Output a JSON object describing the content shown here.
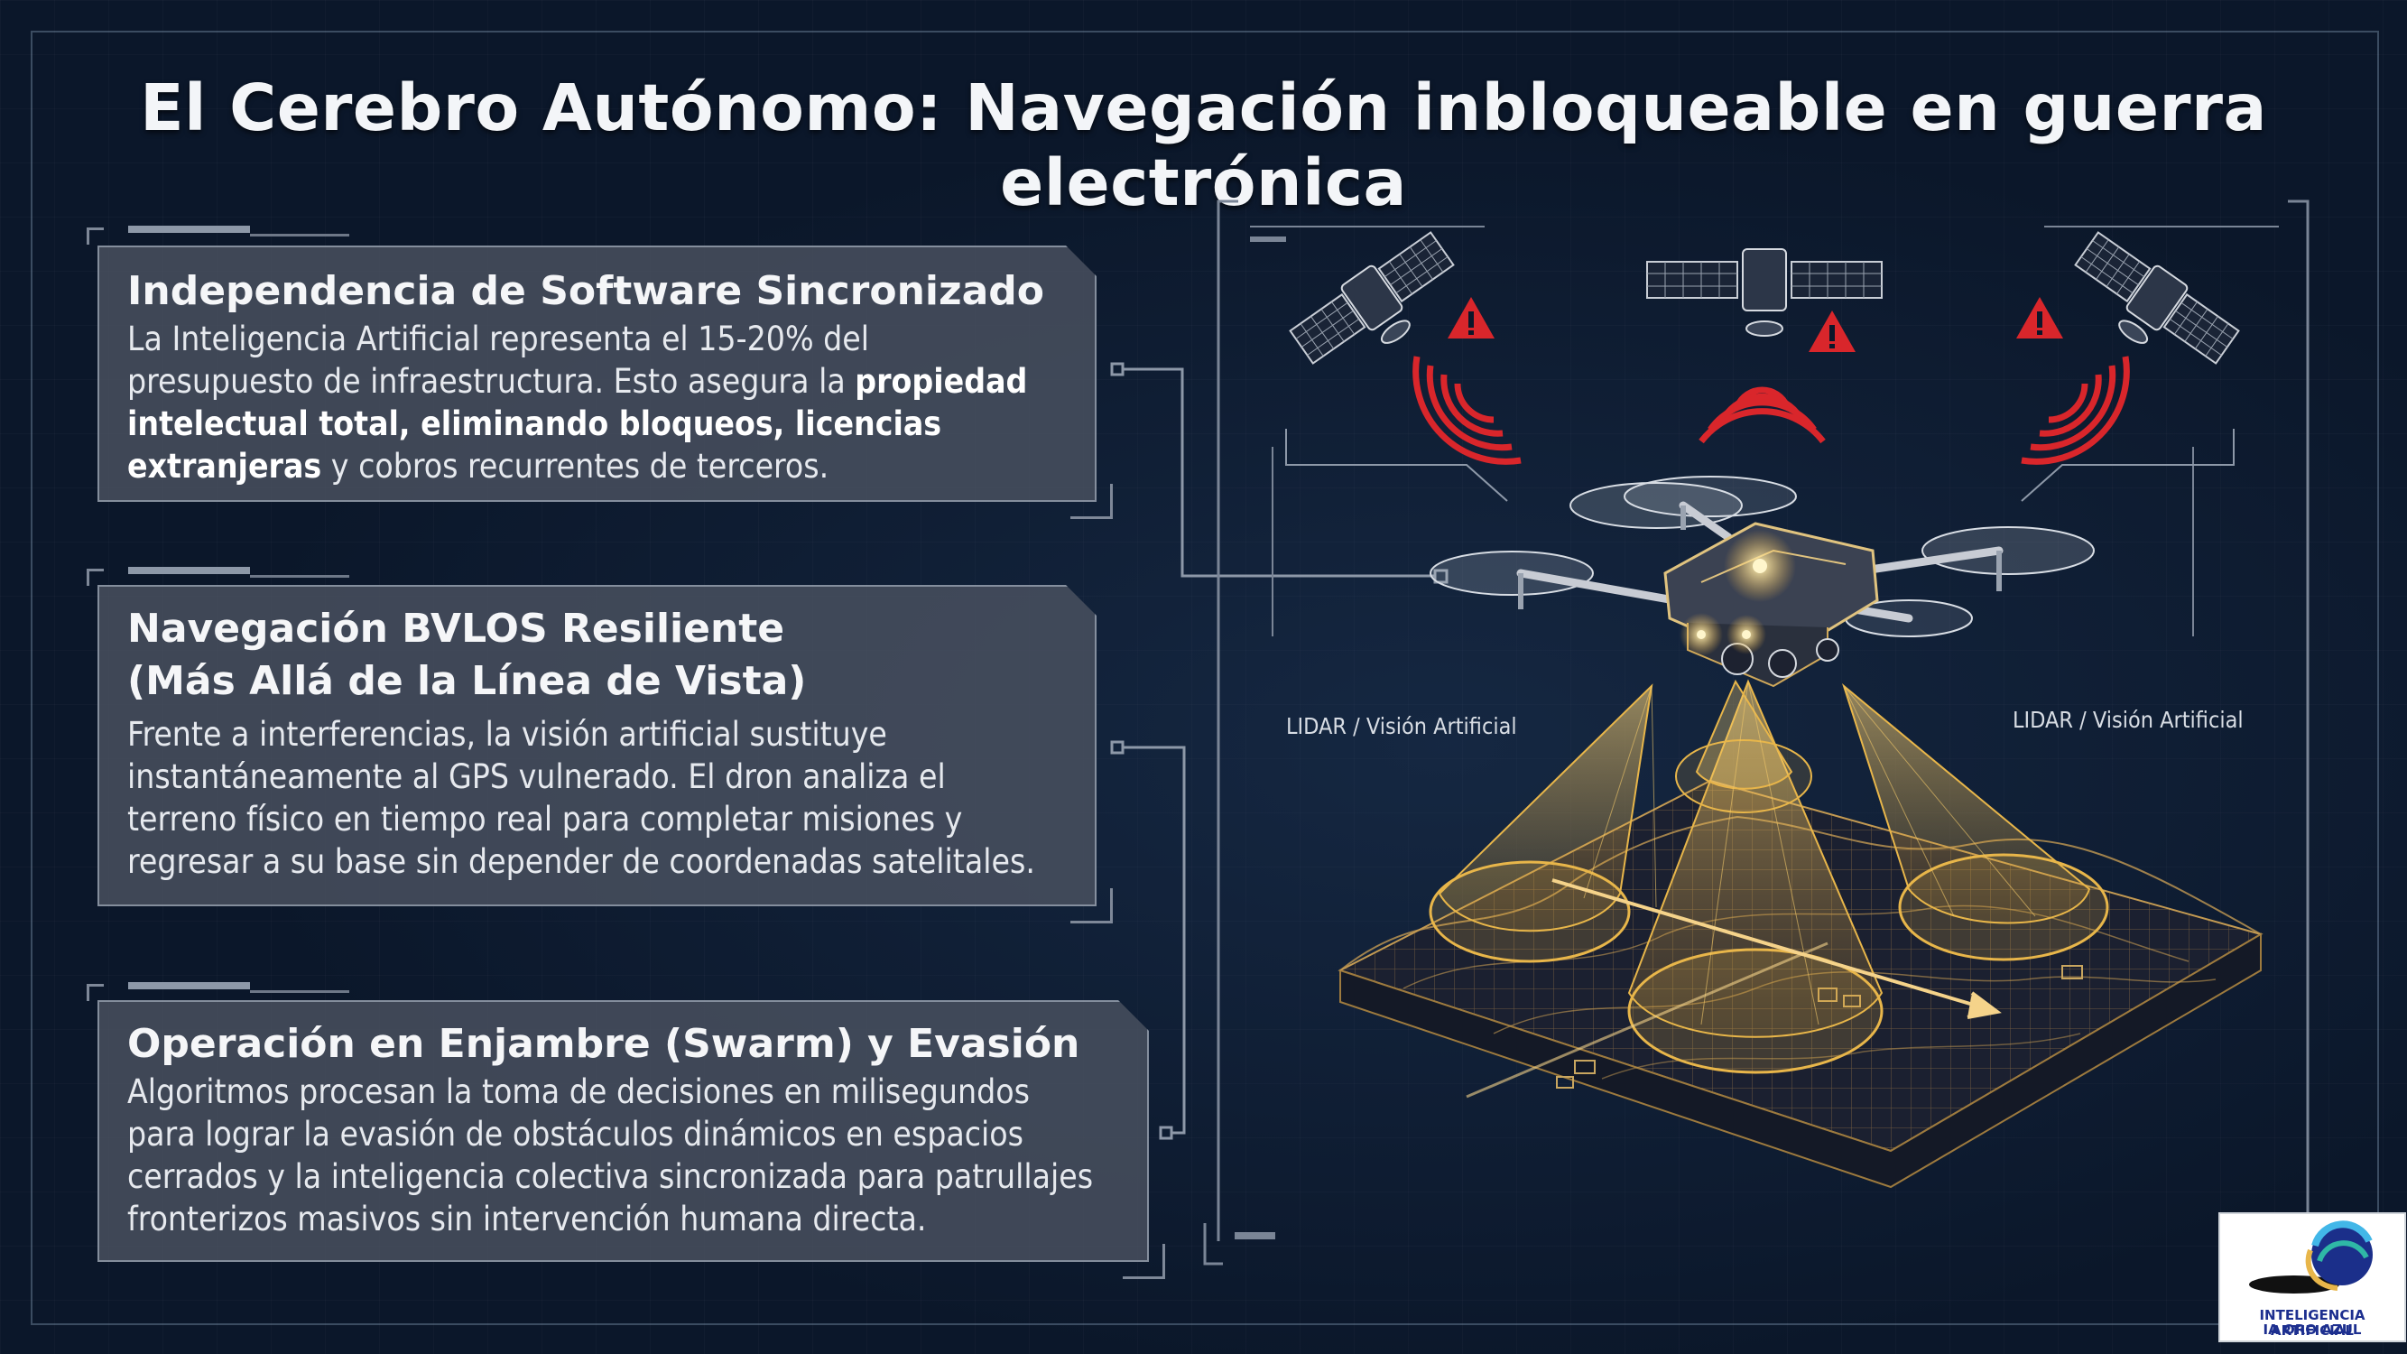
{
  "page": {
    "title": "El Cerebro Autónomo: Navegación inbloqueable en guerra electrónica"
  },
  "panels": [
    {
      "heading_lines": [
        "Independencia de Software Sincronizado"
      ],
      "body_lines": [
        [
          {
            "t": "La Inteligencia Artificial representa el 15-20% del",
            "b": false
          }
        ],
        [
          {
            "t": "presupuesto de infraestructura. Esto asegura la ",
            "b": false
          },
          {
            "t": "propiedad",
            "b": true
          }
        ],
        [
          {
            "t": "intelectual total, eliminando bloqueos, licencias",
            "b": true
          }
        ],
        [
          {
            "t": "extranjeras",
            "b": true
          },
          {
            "t": " y cobros recurrentes de terceros.",
            "b": false
          }
        ]
      ]
    },
    {
      "heading_lines": [
        "Navegación BVLOS Resiliente",
        "(Más Allá de la Línea de Vista)"
      ],
      "body_lines": [
        [
          {
            "t": "Frente a interferencias, la visión artificial sustituye",
            "b": false
          }
        ],
        [
          {
            "t": "instantáneamente al GPS vulnerado. El dron analiza el",
            "b": false
          }
        ],
        [
          {
            "t": "terreno físico en tiempo real para completar misiones y",
            "b": false
          }
        ],
        [
          {
            "t": "regresar a su base sin depender de coordenadas satelitales.",
            "b": false
          }
        ]
      ]
    },
    {
      "heading_lines": [
        "Operación en Enjambre (Swarm) y Evasión"
      ],
      "body_lines": [
        [
          {
            "t": "Algoritmos procesan la toma de decisiones en milisegundos",
            "b": false
          }
        ],
        [
          {
            "t": "para lograr la evasión de obstáculos dinámicos en espacios",
            "b": false
          }
        ],
        [
          {
            "t": "cerrados y la inteligencia colectiva sincronizada para patrullajes",
            "b": false
          }
        ],
        [
          {
            "t": "fronterizos masivos sin intervención humana directa.",
            "b": false
          }
        ]
      ]
    }
  ],
  "illustration": {
    "lidar_label_left": "LIDAR / Visión Artificial",
    "lidar_label_right": "LIDAR / Visión Artificial",
    "icons": [
      "satellite-icon",
      "warning-triangle-icon",
      "signal-waves-icon",
      "drone-icon",
      "terrain-wireframe"
    ],
    "colors": {
      "accent_gold": "#e8b64a",
      "warning_red": "#d9262b",
      "line_gray": "#8d98a8"
    }
  },
  "logo": {
    "line1": "INTELIGENCIA ARTIFICIAL",
    "line2": "IA ORO AZUL"
  }
}
